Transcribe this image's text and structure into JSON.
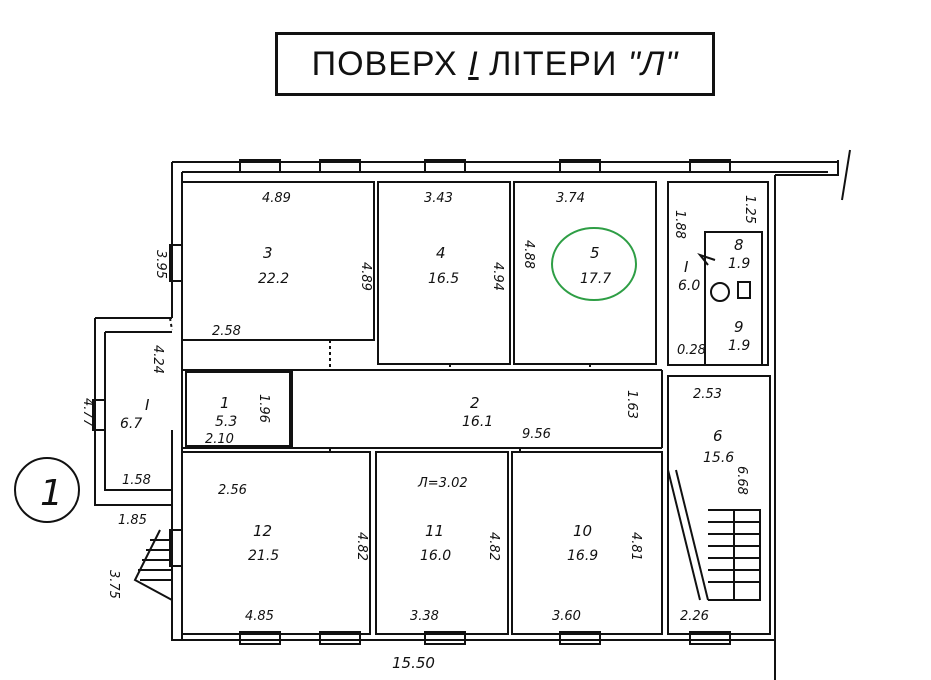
{
  "title": {
    "prefix": "ПОВЕРХ",
    "floor": "I",
    "word": "ЛІТЕРИ",
    "letter": "\"Л\""
  },
  "sheet_marker": "1",
  "rooms": [
    {
      "id": "1",
      "area": "5.3"
    },
    {
      "id": "2",
      "area": "16.1"
    },
    {
      "id": "3",
      "area": "22.2"
    },
    {
      "id": "4",
      "area": "16.5"
    },
    {
      "id": "5",
      "area": "17.7"
    },
    {
      "id": "I",
      "area": "6.0"
    },
    {
      "id": "8",
      "area": "1.9"
    },
    {
      "id": "9",
      "area": "1.9"
    },
    {
      "id": "6",
      "area": "15.6"
    },
    {
      "id": "I",
      "area": "6.7"
    },
    {
      "id": "12",
      "area": "21.5"
    },
    {
      "id": "11",
      "area": "16.0"
    },
    {
      "id": "10",
      "area": "16.9"
    }
  ],
  "dimensions": {
    "r3_top": "4.89",
    "r4_top": "3.43",
    "r5_top": "3.74",
    "wall_395": "3.95",
    "r3_side": "4.89",
    "r4_side": "4.94",
    "r5_side": "4.88",
    "r3_bottom": "2.58",
    "wc_188": "1.88",
    "wc_125": "1.25",
    "wc_028": "0.28",
    "r6_top": "2.53",
    "r6_side": "6.68",
    "left_477": "4.77",
    "left_424": "4.24",
    "r1_side": "1.96",
    "r1_bottom": "2.10",
    "corr_956": "9.56",
    "corr_163": "1.63",
    "left_158": "1.58",
    "r12_top": "2.56",
    "r11_top": "Л=3.02",
    "left_185": "1.85",
    "left_375": "3.75",
    "r12_side": "4.82",
    "r11_side": "4.82",
    "r10_side": "4.81",
    "r12_bottom": "4.85",
    "r11_bottom": "3.38",
    "r10_bottom": "3.60",
    "r6_bottom": "2.26",
    "total": "15.50"
  },
  "colors": {
    "ink": "#111111",
    "highlight": "#2e9e45"
  }
}
